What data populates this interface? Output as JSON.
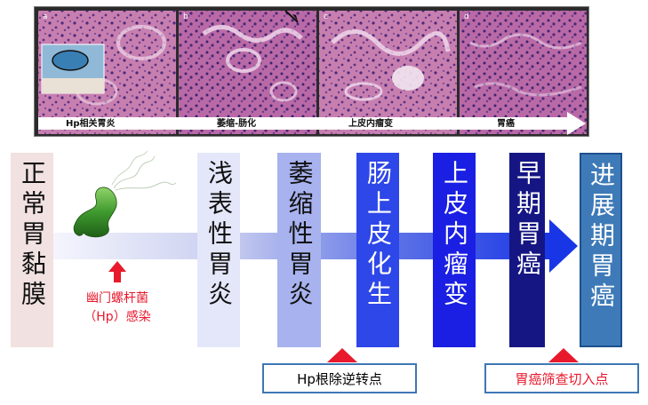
{
  "histology": {
    "panels": [
      {
        "letter": "a"
      },
      {
        "letter": "b"
      },
      {
        "letter": "c"
      },
      {
        "letter": "d"
      }
    ],
    "labels": [
      "Hp相关胃炎",
      "萎缩-肠化",
      "上皮内瘤变",
      "胃癌"
    ]
  },
  "stages": [
    {
      "label": "正常胃黏膜"
    },
    {
      "label": "浅表性胃炎"
    },
    {
      "label": "萎缩性胃炎"
    },
    {
      "label": "肠上皮化生"
    },
    {
      "label": "上皮内瘤变"
    },
    {
      "label": "早期胃癌"
    },
    {
      "label": "进展期胃癌"
    }
  ],
  "hp_caption": {
    "line1": "幽门螺杆菌",
    "line2": "（Hp）感染"
  },
  "callouts": {
    "reversal": "Hp根除逆转点",
    "screening": "胃癌筛查切入点"
  },
  "colors": {
    "accent_red": "#e8192c",
    "callout_border": "#3f77b4"
  }
}
